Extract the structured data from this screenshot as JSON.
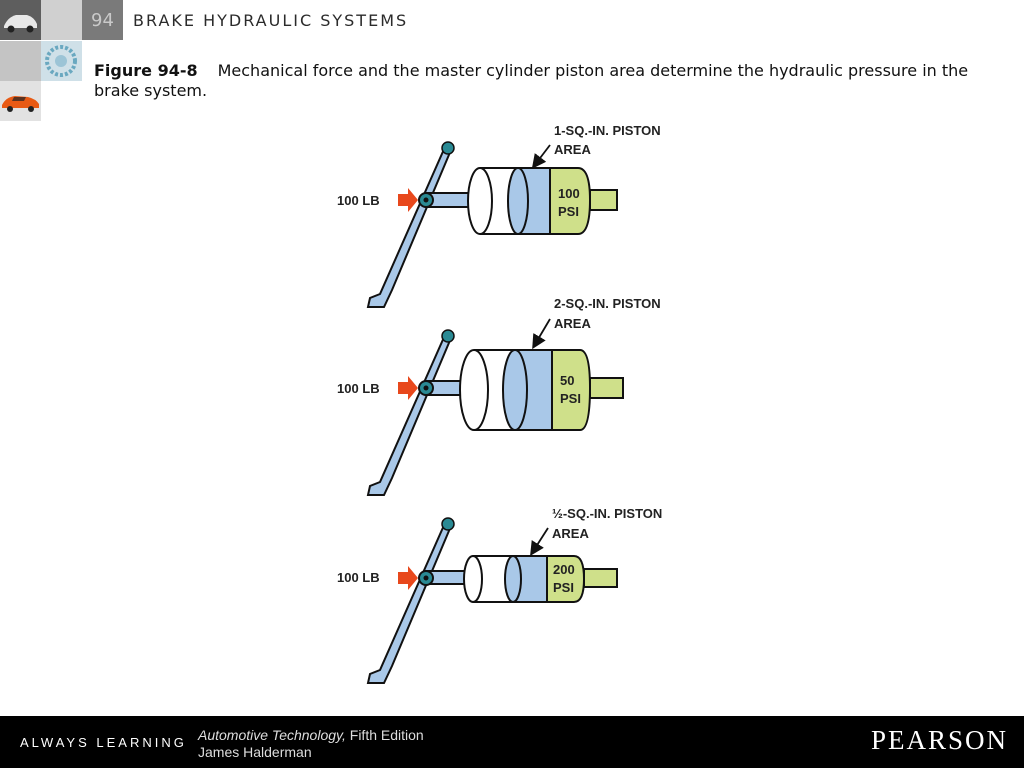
{
  "header": {
    "chapter_number": "94",
    "chapter_title": "BRAKE HYDRAULIC SYSTEMS"
  },
  "caption": {
    "figure_label": "Figure 94-8",
    "text": "Mechanical force and the master cylinder piston area determine the hydraulic pressure in the brake system."
  },
  "diagram": {
    "rows": [
      {
        "force_label": "100 LB",
        "area_label_line1": "1-SQ.-IN. PISTON",
        "area_label_line2": "AREA",
        "pressure_value": "100",
        "pressure_unit": "PSI"
      },
      {
        "force_label": "100 LB",
        "area_label_line1": "2-SQ.-IN. PISTON",
        "area_label_line2": "AREA",
        "pressure_value": "50",
        "pressure_unit": "PSI"
      },
      {
        "force_label": "100 LB",
        "area_label_line1": "½-SQ.-IN. PISTON",
        "area_label_line2": "AREA",
        "pressure_value": "200",
        "pressure_unit": "PSI"
      }
    ],
    "colors": {
      "pedal": "#a9c8e8",
      "cylinder": "#ffffff",
      "piston": "#a9c8e8",
      "fluid": "#cfe08a",
      "arrow": "#e8481c",
      "pivot": "#2a8a94"
    }
  },
  "footer": {
    "tagline": "ALWAYS LEARNING",
    "book_title": "Automotive Technology,",
    "edition": " Fifth Edition",
    "author": "James Halderman",
    "publisher": "PEARSON"
  }
}
